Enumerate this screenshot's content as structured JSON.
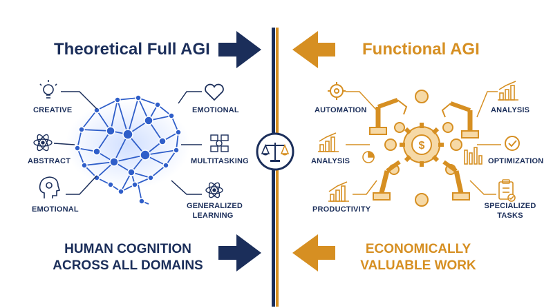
{
  "left": {
    "title": "Theoretical Full AGI",
    "labels": [
      "CREATIVE",
      "EMOTIONAL",
      "ABSTRACT",
      "MULTITASKING",
      "EMOTIONAL",
      "GENERALIZED",
      "LEARNING"
    ],
    "bottom_line1": "HUMAN COGNITION",
    "bottom_line2": "ACROSS ALL DOMAINS",
    "icons": [
      "lightbulb-icon",
      "heart-icon",
      "atom-icon",
      "multitasking-icon",
      "head-gear-icon",
      "atom-icon"
    ]
  },
  "right": {
    "title": "Functional AGI",
    "labels": [
      "AUTOMATION",
      "ANALYSIS",
      "ANALYSIS",
      "OPTIMIZATION",
      "PRODUCTIVITY",
      "SPECIALIZED",
      "TASKS"
    ],
    "bottom_line1": "ECONOMICALLY",
    "bottom_line2": "VALUABLE WORK",
    "icons": [
      "gear-icon",
      "bar-chart-icon",
      "bar-chart-icon",
      "gear-check-icon",
      "growth-chart-icon",
      "clipboard-icon"
    ]
  },
  "center": {
    "icon": "scales-icon"
  },
  "colors": {
    "navy": "#1b2e5a",
    "gold": "#d68f22",
    "brain_blue": "#2f5ec9",
    "glow": "#8fb2ff"
  }
}
